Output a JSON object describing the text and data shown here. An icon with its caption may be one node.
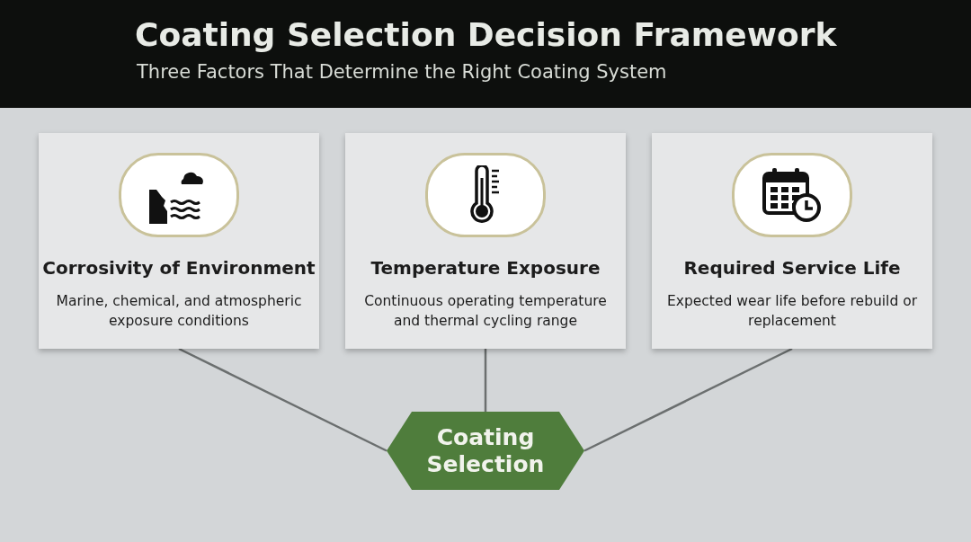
{
  "diagram": {
    "title": "Coating Selection Decision Framework",
    "caption": "Three Factors That Determine the Right Coating System",
    "nodes": [
      {
        "text": [
          "Corrosivity of Environment",
          "Marine, chemical, and atmospheric exposure conditions"
        ]
      },
      {
        "text": [
          "Temperature Exposure",
          "Continuous operating temperature and thermal cycling range"
        ]
      },
      {
        "text": [
          "Required Service Life",
          "Expected wear life before rebuild or replacement"
        ]
      },
      {
        "text": [
          "Coating Selection"
        ]
      }
    ],
    "edges": [
      {
        "from": 0,
        "to": 3,
        "arrow": "none"
      },
      {
        "from": 1,
        "to": 3,
        "arrow": "none"
      },
      {
        "from": 2,
        "to": 3,
        "arrow": "none"
      }
    ]
  }
}
